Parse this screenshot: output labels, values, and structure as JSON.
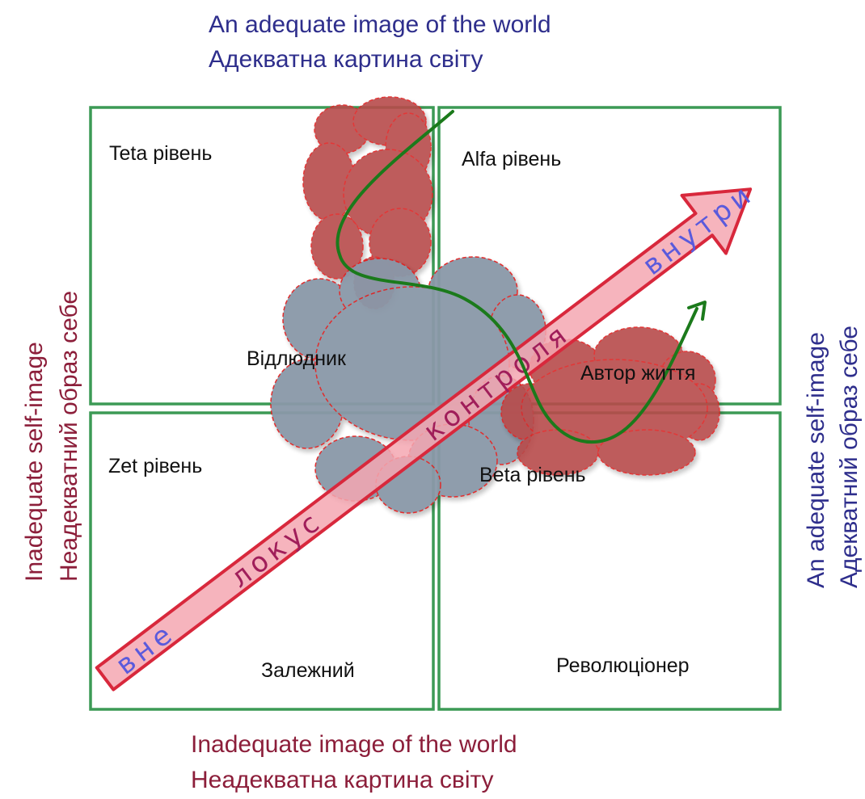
{
  "axes": {
    "top": {
      "en": "An adequate image of the world",
      "uk": "Адекватна картина світу"
    },
    "bottom": {
      "en": "Inadequate image of the world",
      "uk": "Неадекватна картина світу"
    },
    "left": {
      "en": "Inadequate self-image",
      "uk": "Неадекватний образ себе"
    },
    "right": {
      "en": "An adequate self-image",
      "uk": "Адекватний образ себе"
    }
  },
  "quadrants": {
    "top_left": {
      "level": "Teta рівень",
      "role": "Відлюдник"
    },
    "top_right": {
      "level": "Alfa рівень",
      "role": "Автор життя"
    },
    "bottom_left": {
      "level": "Zet рівень",
      "role": "Залежний"
    },
    "bottom_right": {
      "level": "Beta рівень",
      "role": "Революціонер"
    }
  },
  "arrow": {
    "outside": "вне",
    "locus": "локус",
    "control": "контроля",
    "inside": "внутри"
  },
  "colors": {
    "top_axis_text": "#2e2e8c",
    "bottom_axis_text": "#8c1e3a",
    "left_axis_text": "#8c1e3a",
    "right_axis_text": "#2e2e8c",
    "grid": "#3c9a55",
    "arrow_fill": "#f4a7b1",
    "arrow_border": "#d8283c",
    "arrow_text_pink": "#a01e5a",
    "arrow_text_blue": "#5a5adc",
    "cloud_red": "#b84c4c",
    "cloud_gray": "#8a98a8",
    "curve": "#1b7a1b"
  }
}
